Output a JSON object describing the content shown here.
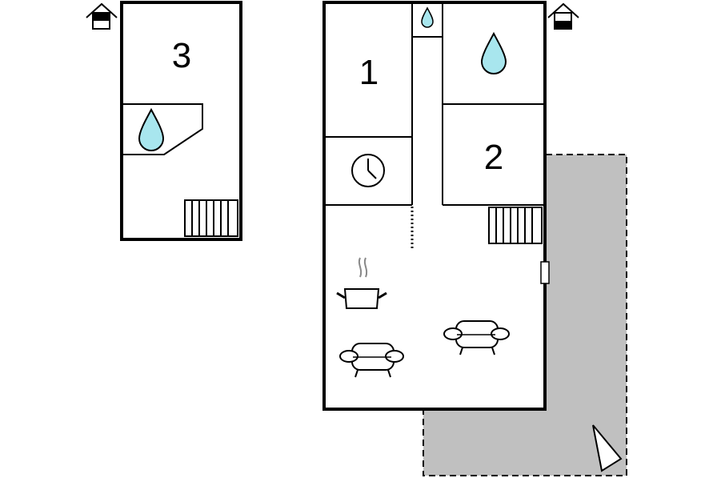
{
  "floor_plan": {
    "upper_floor": {
      "rooms": [
        {
          "label": "3",
          "icon": "bedroom"
        },
        {
          "label": "",
          "icon": "water-drop-icon"
        }
      ],
      "stairs": true,
      "floor_indicator": "house-upper-floor-icon"
    },
    "ground_floor": {
      "rooms": [
        {
          "label": "1",
          "icon": "bedroom"
        },
        {
          "label": "2",
          "icon": "bedroom"
        },
        {
          "label": "",
          "icon": "water-drop-icon"
        },
        {
          "label": "",
          "icon": "clock-icon"
        },
        {
          "label": "",
          "icon": "cooking-pot-icon"
        },
        {
          "label": "",
          "icon": "armchair-icon"
        }
      ],
      "stairs": true,
      "floor_indicator": "house-ground-floor-icon"
    },
    "terrace": {
      "icon": "compass-north-icon"
    },
    "colors": {
      "wall": "#000000",
      "water": "#a8e6ee",
      "terrace": "#c0c0c0",
      "background": "#ffffff"
    }
  }
}
